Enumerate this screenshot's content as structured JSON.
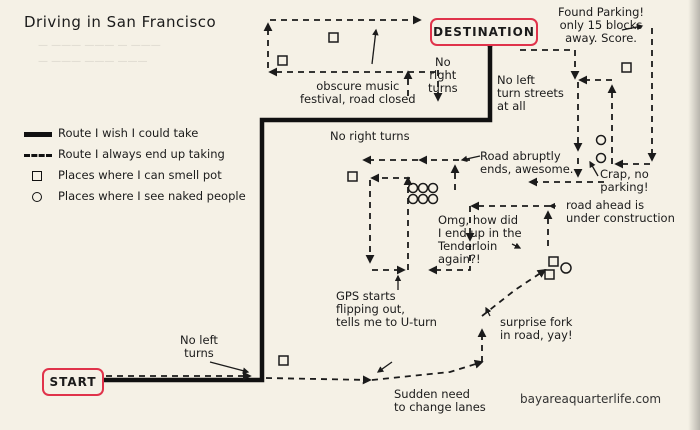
{
  "title": "Driving in San Francisco",
  "start_label": "START",
  "destination_label": "DESTINATION",
  "legend": [
    {
      "symbol": "solid-line",
      "text": "Route I wish I could take"
    },
    {
      "symbol": "dashed-line",
      "text": "Route I always end up taking"
    },
    {
      "symbol": "square",
      "text": "Places where I can smell pot"
    },
    {
      "symbol": "circle",
      "text": "Places where I see naked people"
    }
  ],
  "annotations": {
    "found_parking": [
      "Found Parking!",
      "only 15 blocks",
      "away. Score."
    ],
    "music_festival": [
      "obscure music",
      "festival, road closed"
    ],
    "no_right_turns_top": [
      "No",
      "right",
      "turns"
    ],
    "no_left_turn_streets": [
      "No left",
      "turn streets",
      "at all"
    ],
    "no_right_turns_mid": [
      "No right turns"
    ],
    "road_ends": [
      "Road abruptly",
      "ends, awesome."
    ],
    "crap_no_parking": [
      "Crap, no",
      "parking!"
    ],
    "construction": [
      "road ahead is",
      "under construction"
    ],
    "tenderloin": [
      "Omg, how did",
      "I end up in the",
      "Tenderloin",
      "again?!"
    ],
    "gps": [
      "GPS starts",
      "flipping out,",
      "tells me to U-turn"
    ],
    "surprise_fork": [
      "surprise fork",
      "in road, yay!"
    ],
    "no_left_turns_bottom": [
      "No left",
      "turns"
    ],
    "change_lanes": [
      "Sudden need",
      "to change lanes"
    ]
  },
  "credit": "bayareaquarterlife.com",
  "colors": {
    "paper": "#f5f1e6",
    "ink": "#1b1b1b",
    "box_border": "#e0334b"
  }
}
